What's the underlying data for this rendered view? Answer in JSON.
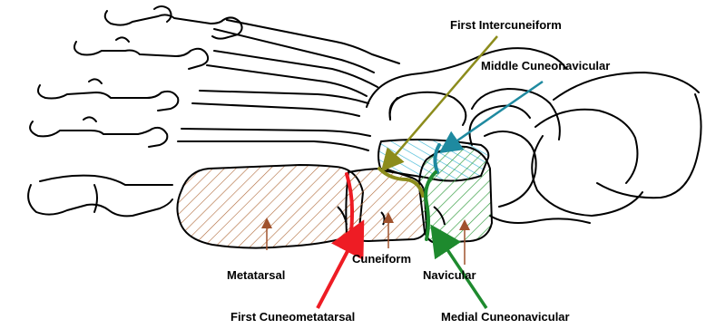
{
  "labels": {
    "first_intercuneiform": "First Intercuneiform",
    "middle_cuneonavicular": "Middle Cuneonavicular",
    "metatarsal": "Metatarsal",
    "cuneiform": "Cuneiform",
    "navicular": "Navicular",
    "first_cuneometatarsal": "First Cuneometatarsal",
    "medial_cuneonavicular": "Medial Cuneonavicular"
  },
  "colors": {
    "outline": "#000000",
    "metatarsal_fill_hatch": "#b06a3a",
    "cuneiform_hatch": "#b06a3a",
    "first_intercuneiform_hatch": "#3fb7d6",
    "navicular_hatch": "#2f9a3a",
    "first_intercuneiform_line": "#8c8c1c",
    "middle_cuneonavicular_line": "#1f8aa0",
    "first_cuneometatarsal_line": "#ee1c24",
    "medial_cuneonavicular_line": "#1e8a2e",
    "pointer_arrows": "#a0522d"
  }
}
